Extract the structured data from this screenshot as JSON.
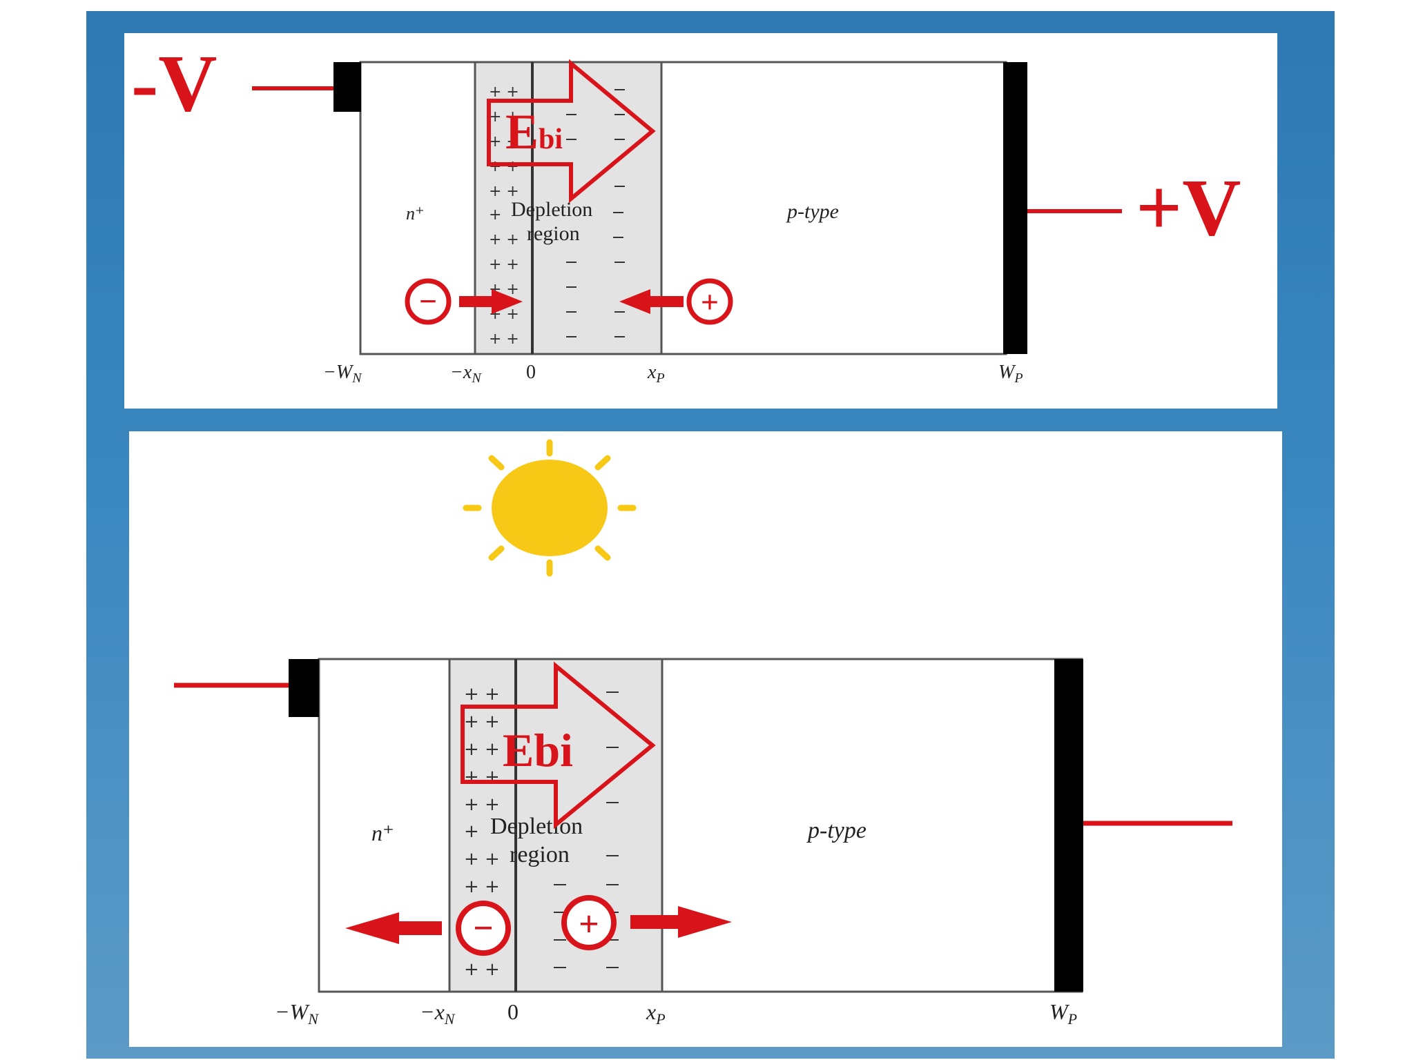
{
  "colors": {
    "background_blue": "#3a87c0",
    "panel": "#ffffff",
    "depletion": "#e3e3e3",
    "red": "#d8141a",
    "sun": "#f8c816",
    "contact": "#000000"
  },
  "panel_top": {
    "left_voltage": "-V",
    "right_voltage": "+V",
    "n_region": "n⁺",
    "depletion_line1": "Depletion",
    "depletion_line2": "region",
    "p_region": "p-type",
    "field_label": "E",
    "field_sub": "bi",
    "electron_symbol": "−",
    "hole_symbol": "+",
    "axis": {
      "wn": "−W",
      "wn_sub": "N",
      "xn": "−x",
      "xn_sub": "N",
      "zero": "0",
      "xp": "x",
      "xp_sub": "P",
      "wp": "W",
      "wp_sub": "P"
    }
  },
  "panel_bottom": {
    "light_icon": "sun-icon",
    "n_region": "n⁺",
    "depletion_line1": "Depletion",
    "depletion_line2": "region",
    "p_region": "p-type",
    "field_label": "E",
    "field_sub": "bi",
    "electron_symbol": "−",
    "hole_symbol": "+",
    "axis": {
      "wn": "−W",
      "wn_sub": "N",
      "xn": "−x",
      "xn_sub": "N",
      "zero": "0",
      "xp": "x",
      "xp_sub": "P",
      "wp": "W",
      "wp_sub": "P"
    }
  }
}
